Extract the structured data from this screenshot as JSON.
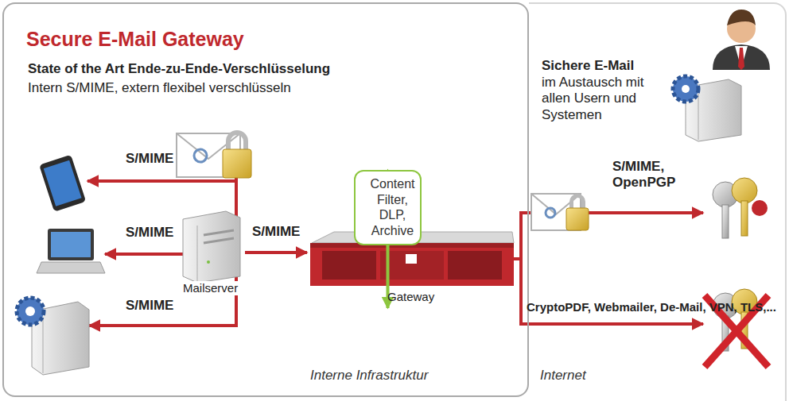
{
  "diagram": {
    "title": "Secure E-Mail Gateway",
    "nodes": [
      {
        "text": [
          "State of the Art Ende-zu-Ende-Verschlüsselung",
          "Intern S/MIME, extern flexibel verschlüsseln",
          "Interne Infrastruktur"
        ]
      },
      {
        "text": [
          "Sichere E-Mail im Austausch mit allen Usern und Systemen",
          "Internet"
        ]
      },
      {
        "text": [
          "Mailserver"
        ],
        "in": 0
      },
      {
        "text": [
          "Gateway"
        ],
        "in": 0
      },
      {
        "text": [
          "Content Filter, DLP, Archive"
        ],
        "in": 0
      }
    ],
    "edges": [
      {
        "from": 2,
        "to": 3,
        "label": "S/MIME",
        "arrow": "to"
      },
      {
        "from": 4,
        "to": 3,
        "arrow": "both"
      }
    ],
    "labels": [
      "S/MIME",
      "S/MIME",
      "S/MIME",
      "S/MIME, OpenPGP",
      "CryptoPDF, Webmailer, De-Mail, VPN, TLS,..."
    ]
  }
}
